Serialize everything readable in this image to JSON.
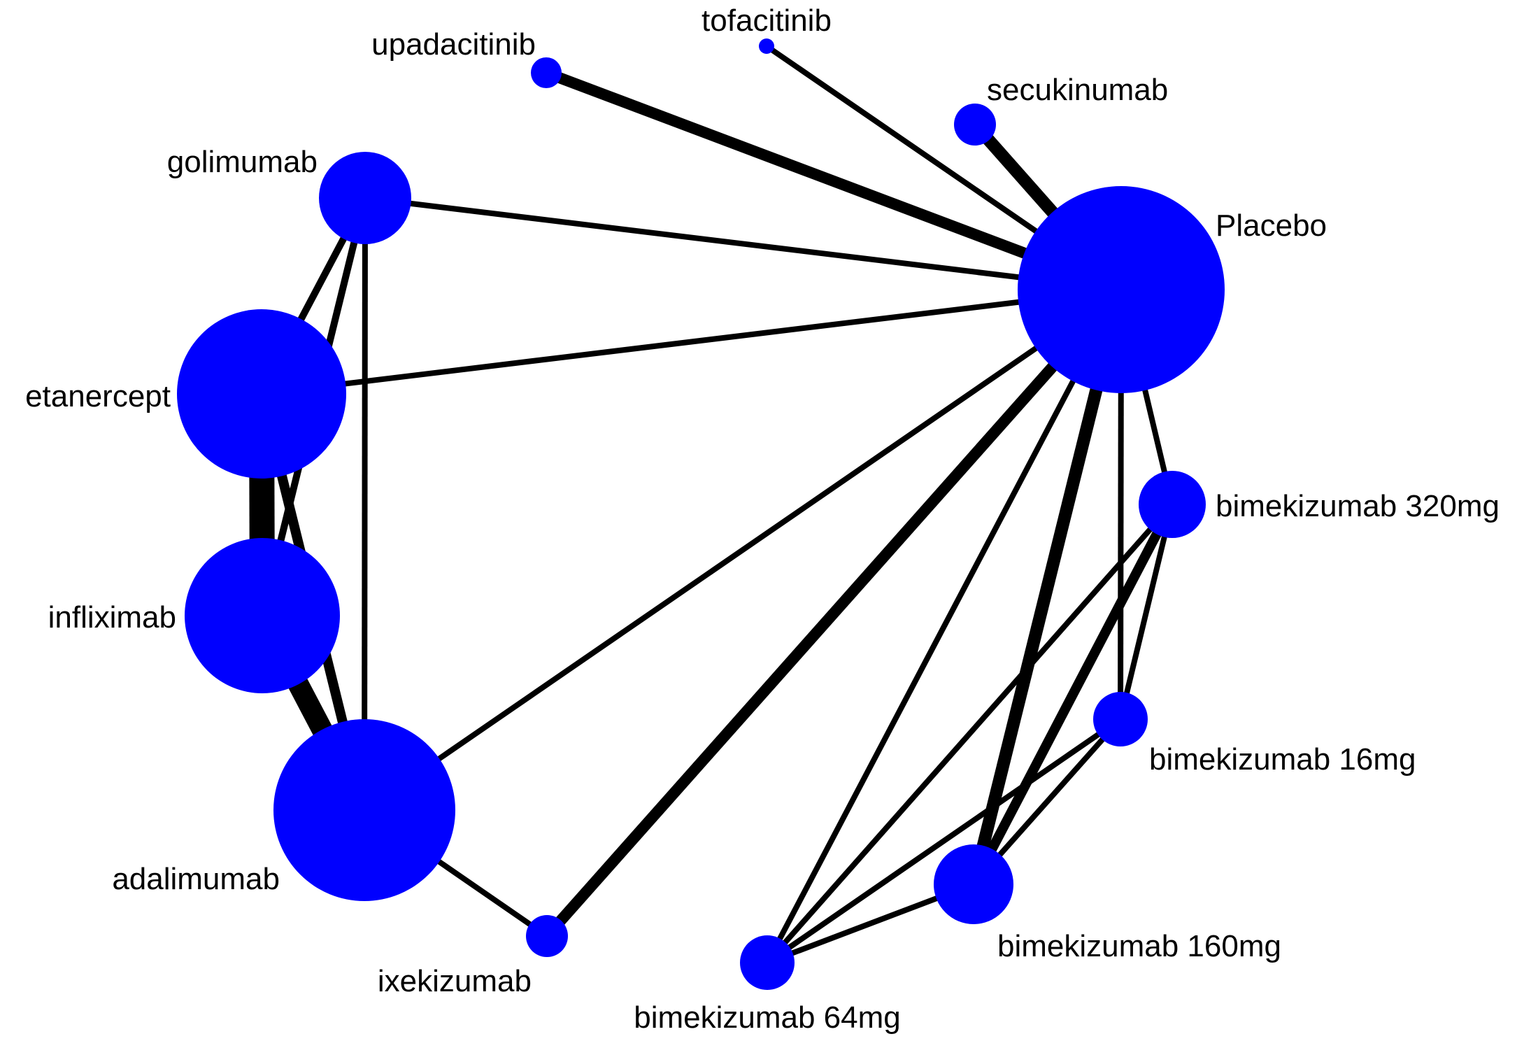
{
  "network": {
    "node_color": "#0000ff",
    "edge_color": "#000000",
    "nodes": [
      {
        "id": "placebo",
        "label": "Placebo"
      },
      {
        "id": "upadacitinib",
        "label": "upadacitinib"
      },
      {
        "id": "tofacitinib",
        "label": "tofacitinib"
      },
      {
        "id": "secukinumab",
        "label": "secukinumab"
      },
      {
        "id": "golimumab",
        "label": "golimumab"
      },
      {
        "id": "etanercept",
        "label": "etanercept"
      },
      {
        "id": "infliximab",
        "label": "infliximab"
      },
      {
        "id": "adalimumab",
        "label": "adalimumab"
      },
      {
        "id": "ixekizumab",
        "label": "ixekizumab"
      },
      {
        "id": "bime64",
        "label": "bimekizumab 64mg"
      },
      {
        "id": "bime160",
        "label": "bimekizumab 160mg"
      },
      {
        "id": "bime16",
        "label": "bimekizumab 16mg"
      },
      {
        "id": "bime320",
        "label": "bimekizumab 320mg"
      }
    ],
    "edges": [
      {
        "from": "upadacitinib",
        "to": "placebo"
      },
      {
        "from": "tofacitinib",
        "to": "placebo"
      },
      {
        "from": "secukinumab",
        "to": "placebo"
      },
      {
        "from": "golimumab",
        "to": "placebo"
      },
      {
        "from": "etanercept",
        "to": "placebo"
      },
      {
        "from": "adalimumab",
        "to": "placebo"
      },
      {
        "from": "ixekizumab",
        "to": "placebo"
      },
      {
        "from": "bime64",
        "to": "placebo"
      },
      {
        "from": "bime160",
        "to": "placebo"
      },
      {
        "from": "bime16",
        "to": "placebo"
      },
      {
        "from": "bime320",
        "to": "placebo"
      },
      {
        "from": "golimumab",
        "to": "etanercept"
      },
      {
        "from": "golimumab",
        "to": "infliximab"
      },
      {
        "from": "golimumab",
        "to": "adalimumab"
      },
      {
        "from": "etanercept",
        "to": "infliximab"
      },
      {
        "from": "etanercept",
        "to": "adalimumab"
      },
      {
        "from": "infliximab",
        "to": "adalimumab"
      },
      {
        "from": "adalimumab",
        "to": "ixekizumab"
      },
      {
        "from": "bime320",
        "to": "bime160"
      },
      {
        "from": "bime320",
        "to": "bime64"
      },
      {
        "from": "bime320",
        "to": "bime16"
      },
      {
        "from": "bime16",
        "to": "bime160"
      },
      {
        "from": "bime16",
        "to": "bime64"
      },
      {
        "from": "bime160",
        "to": "bime64"
      }
    ]
  }
}
